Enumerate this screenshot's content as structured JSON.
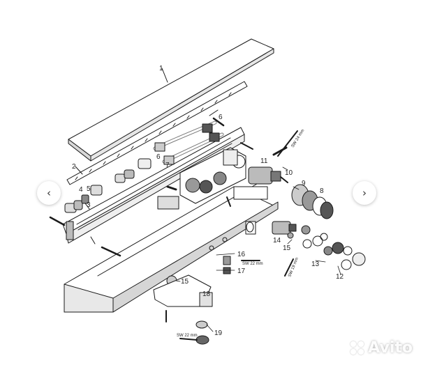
{
  "nav": {
    "prev_icon": "‹",
    "next_icon": "›"
  },
  "watermark": {
    "text": "Avito",
    "icon": "avito-dots-icon"
  },
  "colors": {
    "line": "#1a1a1a",
    "shade": "#9a9a9a",
    "background": "#ffffff"
  },
  "diagram": {
    "part_labels": {
      "p1": "1",
      "p2": "2",
      "p3": "3",
      "p4": "4",
      "p5": "5",
      "p6a": "6",
      "p6b": "6",
      "p7": "7",
      "p8": "8",
      "p9": "9",
      "p10": "10",
      "p11": "11",
      "p12": "12",
      "p13": "13",
      "p14": "14",
      "p15a": "15",
      "p15b": "15",
      "p16": "16",
      "p17": "17",
      "p18": "18",
      "p19": "19"
    },
    "wrench_labels": {
      "sw24": "SW 24 mm",
      "sw22a": "SW 22 mm",
      "sw19": "SW 19 mm",
      "sw22b": "SW 22 mm"
    }
  }
}
